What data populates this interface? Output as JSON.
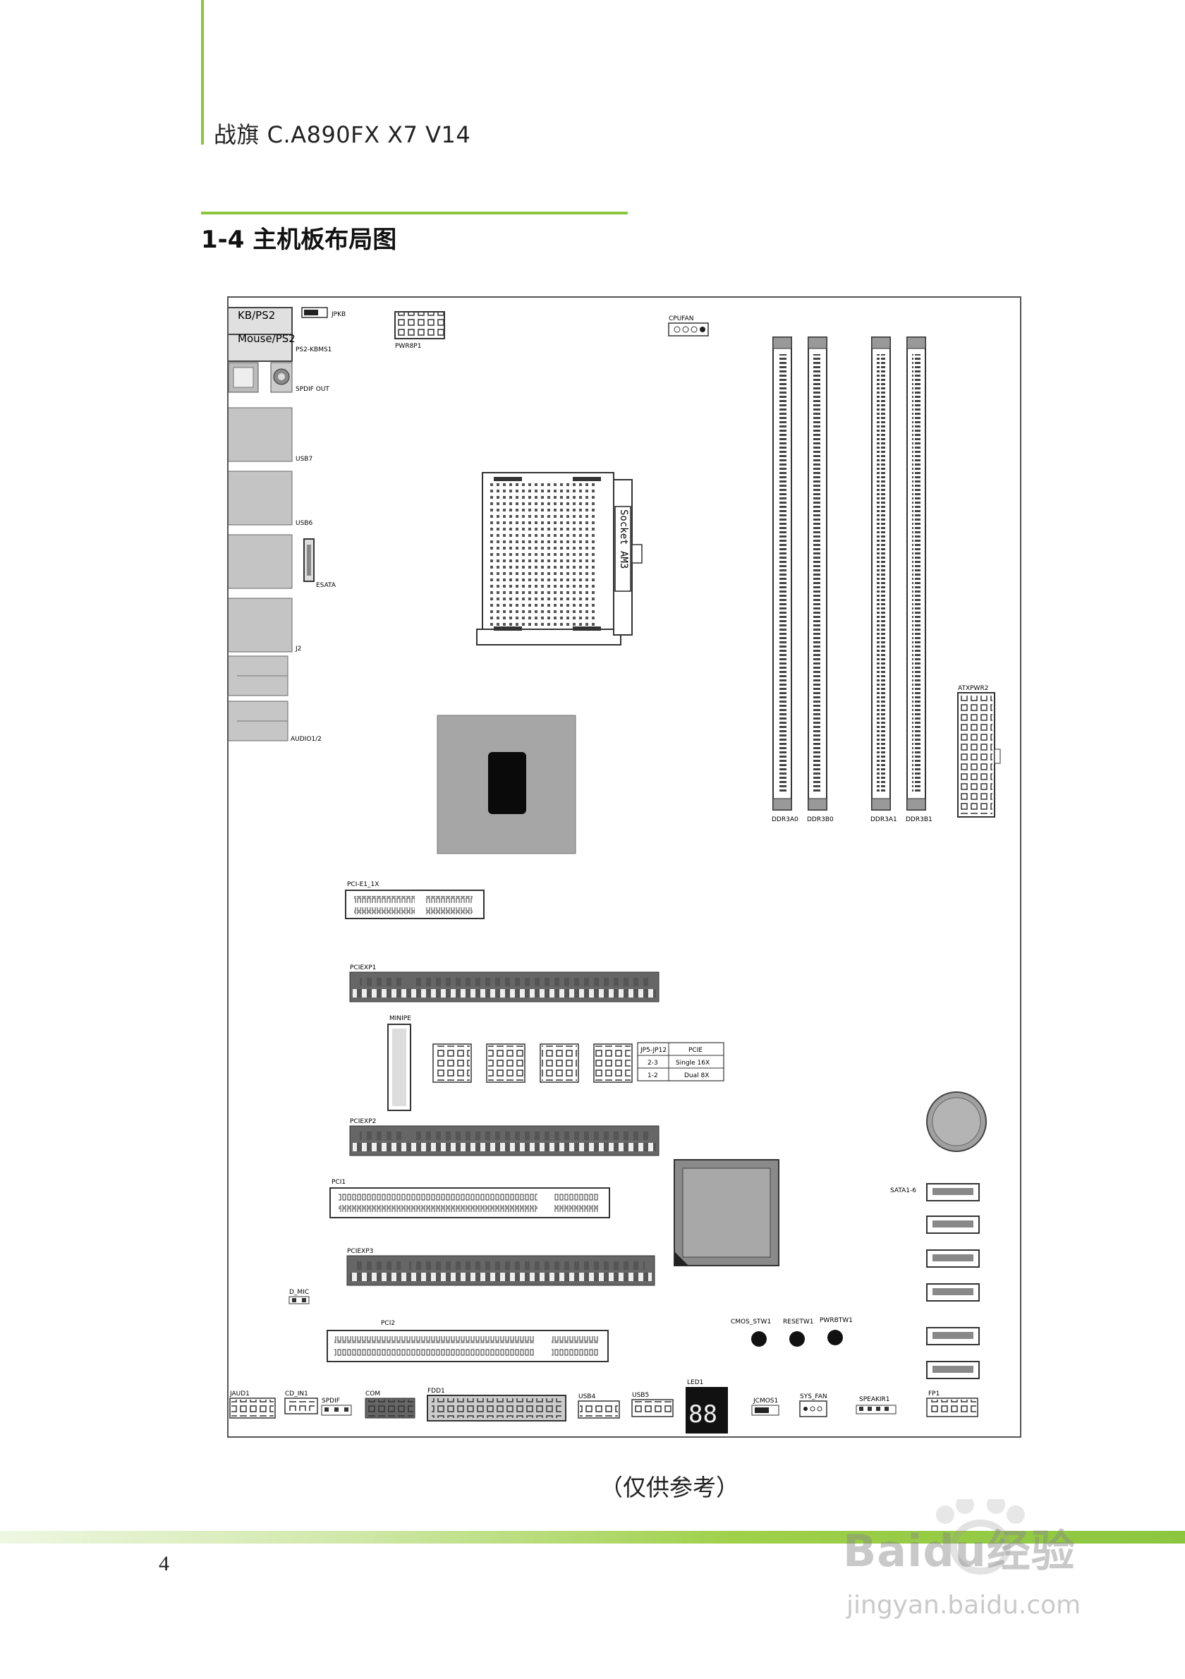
{
  "header": {
    "title": "战旗 C.A890FX X7 V14"
  },
  "section": {
    "title": "1-4 主机板布局图"
  },
  "board": {
    "io_labels": {
      "kbps2": "KB/PS2",
      "mouseps2": "Mouse/PS2",
      "ps2": "PS2-KBMS1",
      "jpkb": "JPKB",
      "spdif_out": "SPDIF OUT",
      "usb7": "USB7",
      "usb6": "USB6",
      "esata": "ESATA",
      "j2": "J2",
      "audio": "AUDIO1/2"
    },
    "top_labels": {
      "pwr8p": "PWR8P1",
      "cpufan": "CPUFAN"
    },
    "socket_label": "Socket AM3",
    "dimm_labels": [
      "DDR3A0",
      "DDR3B0",
      "DDR3A1",
      "DDR3B1"
    ],
    "atxpwr": "ATXPWR2",
    "slot_labels": {
      "pcie1x": "PCI-E1_1X",
      "pciexp1": "PCIEXP1",
      "minipe": "MINIPE",
      "pciexp2": "PCIEXP2",
      "pci1": "PCI1",
      "pciexp3": "PCIEXP3",
      "pci2": "PCI2"
    },
    "jumper_table": {
      "rows": [
        [
          "JP5-JP12",
          "PCIE"
        ],
        [
          "2-3",
          "Single 16X"
        ],
        [
          "1-2",
          "Dual 8X"
        ]
      ]
    },
    "sata": "SATA1-6",
    "dmic": "D_MIC",
    "buttons": {
      "cmos": "CMOS_STW1",
      "reset": "RESETW1",
      "power": "PWRBTW1"
    },
    "bottom_labels": {
      "jaud": "JAUD1",
      "cdin": "CD_IN1",
      "spdif": "SPDIF",
      "com": "COM",
      "fdd": "FDD1",
      "usb4": "USB4",
      "usb5": "USB5",
      "led": "LED1",
      "jcmos": "JCMOS1",
      "sysfan": "SYS_FAN",
      "speaker": "SPEAKIR1",
      "fp": "FP1"
    }
  },
  "caption": "（仅供参考）",
  "footer": {
    "page_number": "4"
  },
  "watermark": {
    "brand": "Baidu经验",
    "url": "jingyan.baidu.com"
  }
}
